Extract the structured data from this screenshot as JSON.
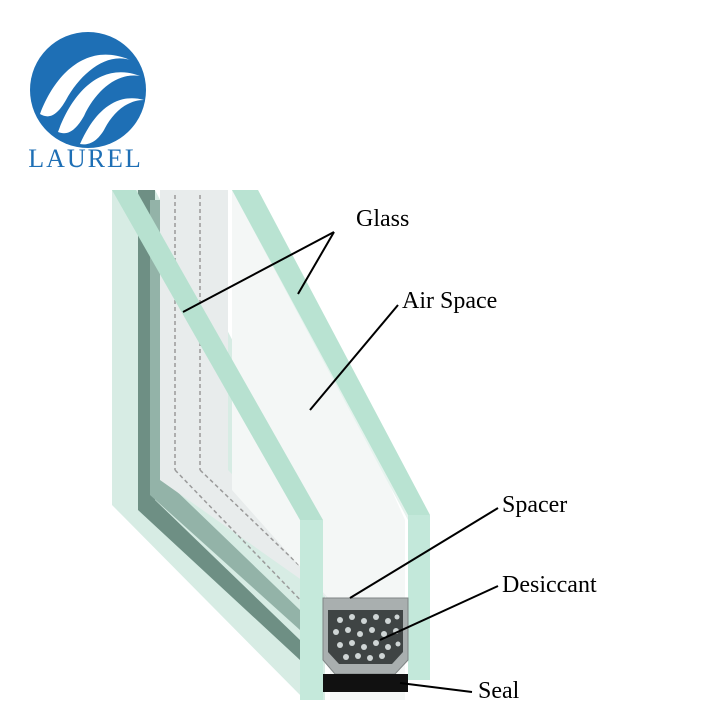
{
  "brand": {
    "name": "LAUREL"
  },
  "labels": {
    "glass": "Glass",
    "air_space": "Air Space",
    "spacer": "Spacer",
    "desiccant": "Desiccant",
    "seal": "Seal"
  },
  "colors": {
    "brand_blue": "#1e6fb5",
    "glass_edge": "#a9d9c6",
    "glass_dark": "#5f7f74",
    "spacer": "#9aa1a1",
    "seal": "#111111"
  },
  "icons": {
    "logo": "laurel-wave-logo"
  }
}
